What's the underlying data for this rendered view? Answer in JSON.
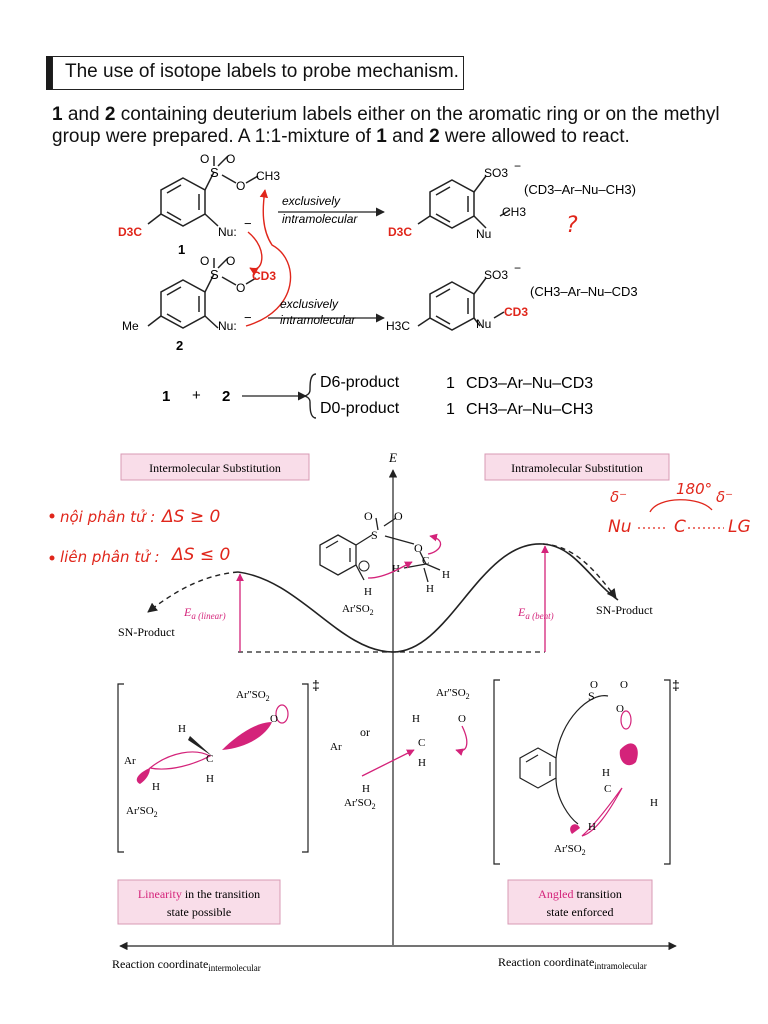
{
  "title": "The use of isotope labels to probe mechanism.",
  "intro": {
    "n1": "1",
    "t1": " and ",
    "n2": "2",
    "t2": " containing deuterium labels either on the aromatic ring or on the methyl group were prepared.  A 1:1-mixture of ",
    "n3": "1",
    "t3": " and ",
    "n4": "2",
    "t4": " were allowed to react."
  },
  "scheme": {
    "reagent1": {
      "label": "1",
      "ring_sub": "D3C",
      "ester_group": "CH3",
      "nu": "Nu:",
      "so": "S",
      "o": "O"
    },
    "reagent2": {
      "label": "2",
      "ring_sub": "Me",
      "ester_group": "CD3",
      "nu": "Nu:"
    },
    "arrow_text_1": "exclusively",
    "arrow_text_2": "intramolecular",
    "product1": {
      "so3": "SO3",
      "ring_sub": "D3C",
      "nu": "Nu",
      "n_sub": "CH3",
      "formula": "(CD3–Ar–Nu–CH3)"
    },
    "product2": {
      "so3": "SO3",
      "ring_sub": "H3C",
      "nu": "Nu",
      "n_sub": "CD3",
      "formula": "(CH3–Ar–Nu–CD3"
    },
    "question_mark": "?"
  },
  "result": {
    "lhs_1": "1",
    "plus": "+",
    "lhs_2": "2",
    "rows": [
      {
        "product": "D6-product",
        "coef": "1",
        "formula": "CD3–Ar–Nu–CD3"
      },
      {
        "product": "D0-product",
        "coef": "1",
        "formula": "CH3–Ar–Nu–CH3"
      }
    ]
  },
  "diagram": {
    "box_left": "Intermolecular Substitution",
    "box_right": "Intramolecular Substitution",
    "energy_axis": "E",
    "ea_linear": "E",
    "ea_linear_sub": "a (linear)",
    "ea_bent": "E",
    "ea_bent_sub": "a (bent)",
    "sn_left": "SN-Product",
    "sn_right": "SN-Product",
    "caption_left_highlight": "Linearity",
    "caption_left_rest": " in the transition",
    "caption_left_line2": "state possible",
    "caption_right_highlight": "Angled",
    "caption_right_rest": " transition",
    "caption_right_line2": "state enforced",
    "axis_left": "Reaction coordinate",
    "axis_left_sub": "intermolecular",
    "axis_right": "Reaction coordinate",
    "axis_right_sub": "intramolecular",
    "or_text": "or",
    "dagger": "‡"
  },
  "annotations": {
    "line1_viet": "nội phân tử :",
    "line1_eq": "ΔS ≥ 0",
    "line2_viet": "liên phân tử :",
    "line2_eq": "ΔS ≤ 0",
    "delta_minus": "δ⁻",
    "angle": "180°",
    "nu": "Nu",
    "c": "C",
    "lg": "LG"
  },
  "colors": {
    "magenta": "#d4237a",
    "red": "#e0261b",
    "pinkbox": "#f9dde9"
  }
}
